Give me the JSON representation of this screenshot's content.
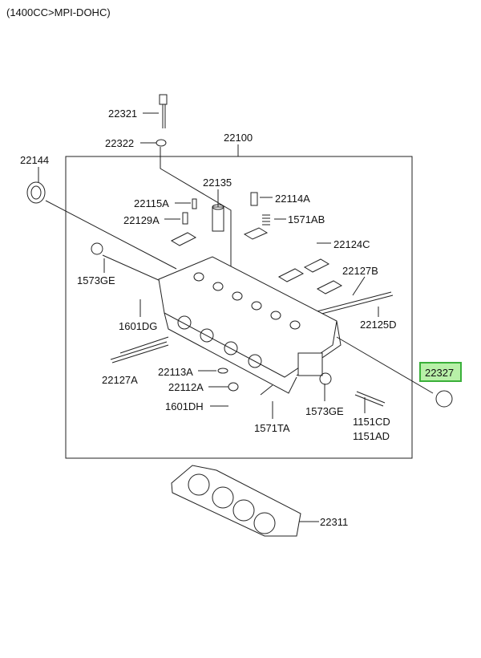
{
  "header": {
    "title": "(1400CC>MPI-DOHC)"
  },
  "highlight": {
    "part": "22327",
    "fill": "#b8f0a8",
    "border": "#3ab03a"
  },
  "parts": [
    "22321",
    "22322",
    "22100",
    "22144",
    "22135",
    "22115A",
    "22114A",
    "22129A",
    "1571AB",
    "22124C",
    "1573GE",
    "22127B",
    "1601DG",
    "22125D",
    "22127A",
    "22113A",
    "22112A",
    "1601DH",
    "1573GE",
    "1571TA",
    "1151CD",
    "1151AD",
    "22311"
  ]
}
